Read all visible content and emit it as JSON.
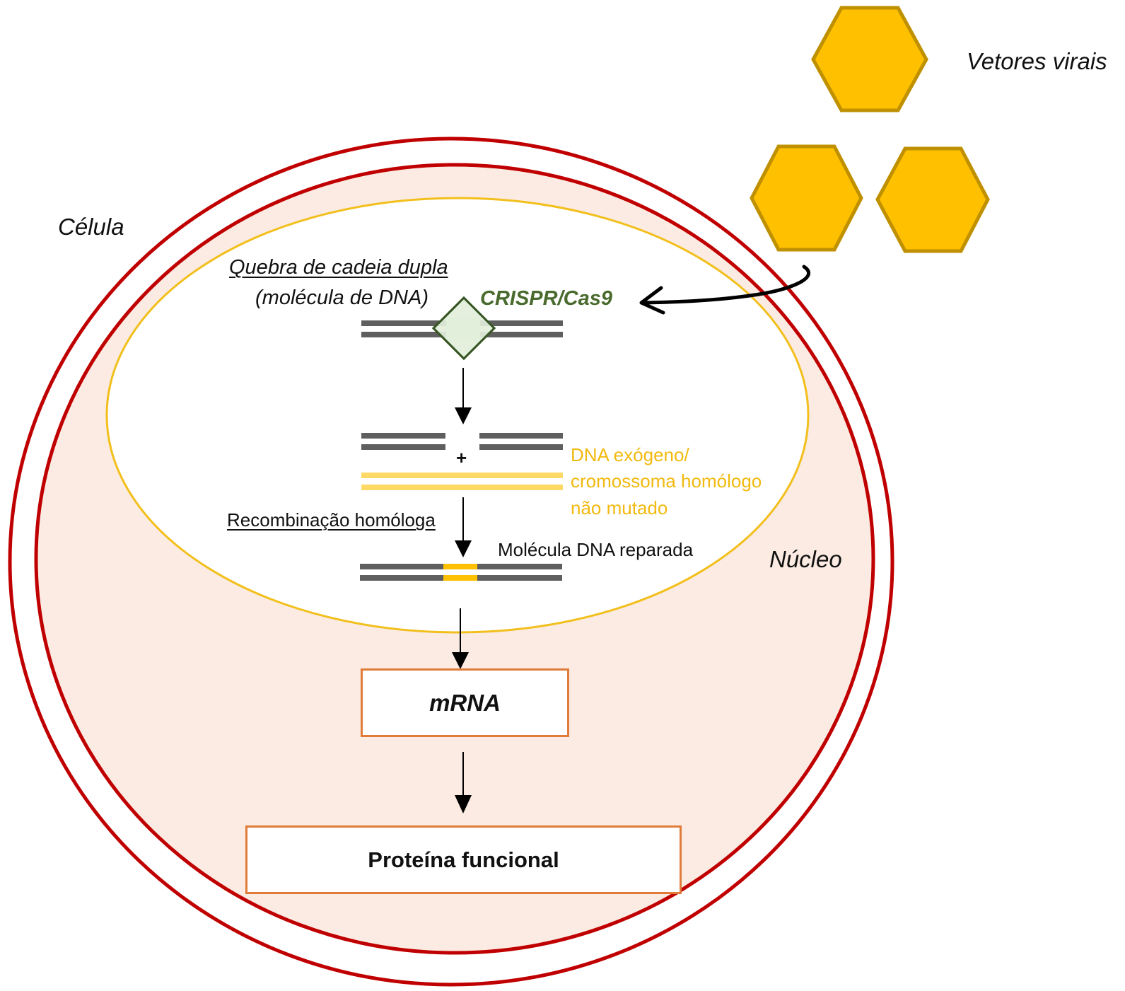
{
  "diagram": {
    "title": "Terapia génica com CRISPR/Cas9 entregue por vetores virais",
    "labels": {
      "viral_vectors": "Vetores virais",
      "cell": "Célula",
      "nucleus": "Núcleo",
      "double_strand_break_line1": "Quebra de cadeia dupla",
      "double_strand_break_line2": "(molécula de DNA)",
      "crispr": "CRISPR/Cas9",
      "plus": "+",
      "exogenous_dna_line1": "DNA exógeno/",
      "exogenous_dna_line2": "cromossoma  homólogo",
      "exogenous_dna_line3": "não mutado",
      "homologous_recombination": "Recombinação  homóloga",
      "repaired_dna": "Molécula DNA reparada",
      "mrna": "mRNA",
      "protein": "Proteína funcional"
    },
    "nodes": [
      {
        "id": "viral-vectors",
        "label": "Vetores virais",
        "shape": "hexagon",
        "count": 3
      },
      {
        "id": "crispr-cas9",
        "label": "CRISPR/Cas9",
        "shape": "diamond"
      },
      {
        "id": "broken-dna",
        "label": "Quebra de cadeia dupla (molécula de DNA)"
      },
      {
        "id": "exogenous-dna",
        "label": "DNA exógeno/cromossoma homólogo não mutado"
      },
      {
        "id": "repaired-dna",
        "label": "Molécula DNA reparada"
      },
      {
        "id": "mrna",
        "label": "mRNA",
        "shape": "box"
      },
      {
        "id": "protein",
        "label": "Proteína funcional",
        "shape": "box"
      }
    ],
    "edges": [
      {
        "from": "viral-vectors",
        "to": "crispr-cas9",
        "style": "curved"
      },
      {
        "from": "broken-dna",
        "to": "exogenous-dna"
      },
      {
        "from": "exogenous-dna",
        "to": "repaired-dna",
        "label": "Recombinação homóloga"
      },
      {
        "from": "repaired-dna",
        "to": "mrna"
      },
      {
        "from": "mrna",
        "to": "protein"
      }
    ],
    "colors": {
      "cell_membrane": "#c00000",
      "cytoplasm": "#fbebe3",
      "nuclear_membrane": "#f2bf1c",
      "nucleus_fill": "#ffffff",
      "hexagon_fill": "#ffc000",
      "hexagon_stroke": "#bf9000",
      "dna_strand": "#5f5f5f",
      "exogenous_dna": "#ffd966",
      "repair_segment": "#ffc000",
      "crispr_fill": "#e2efda",
      "crispr_stroke": "#375623",
      "crispr_text": "#4a6b2e",
      "exogenous_text": "#f2b90f",
      "box_border": "#e07b39"
    }
  }
}
